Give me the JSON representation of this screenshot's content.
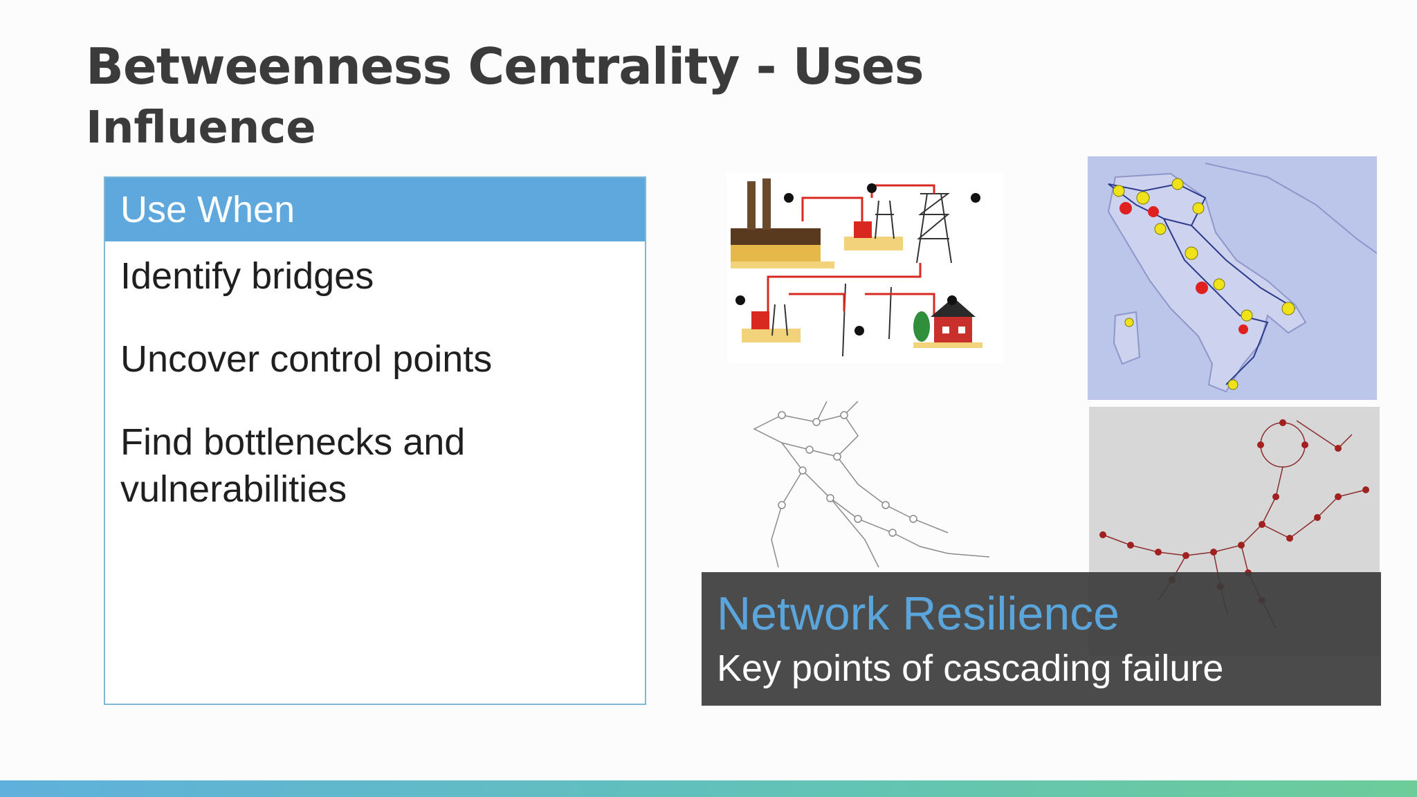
{
  "slide": {
    "title": "Betweenness Centrality - Uses",
    "subtitle": "Influence"
  },
  "use_when": {
    "header": "Use When",
    "items": [
      "Identify bridges",
      "Uncover control points",
      "Find bottlenecks and vulnerabilities"
    ]
  },
  "images": {
    "power_grid_icon": "power-grid-diagram",
    "italy_map_icon": "italy-centrality-map",
    "italy_network_icon": "italy-network-graph",
    "failure_network_icon": "cascading-failure-network"
  },
  "caption": {
    "title": "Network Resilience",
    "subtitle": "Key points of cascading failure"
  },
  "colors": {
    "accent": "#5ea8dd",
    "title_text": "#3b3b3b",
    "caption_bg": "#3c3c3c",
    "bar_start": "#5fb0dc",
    "bar_end": "#6dcc9a"
  }
}
